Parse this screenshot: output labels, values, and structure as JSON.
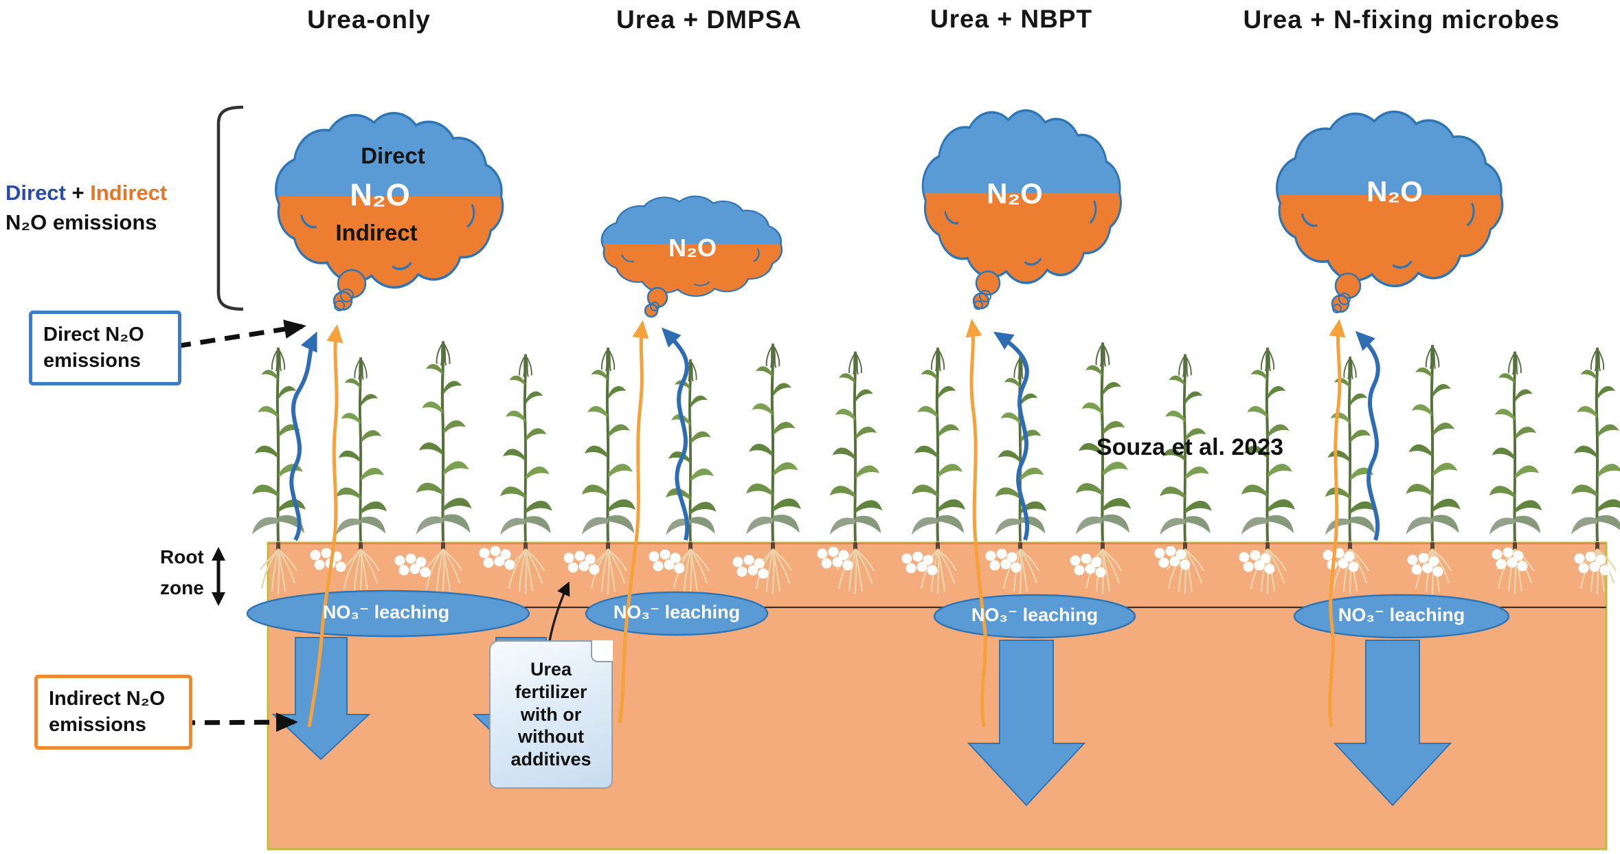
{
  "columns": [
    {
      "title": "Urea-only",
      "cloud": {
        "top": "Direct",
        "gas": "N₂O",
        "bottom": "Indirect",
        "size": "large"
      },
      "leaching": "NO₃⁻ leaching"
    },
    {
      "title": "Urea + DMPSA",
      "cloud": {
        "gas": "N₂O",
        "size": "small"
      },
      "leaching": "NO₃⁻ leaching"
    },
    {
      "title": "Urea + NBPT",
      "cloud": {
        "gas": "N₂O",
        "size": "large"
      },
      "leaching": "NO₃⁻ leaching"
    },
    {
      "title": "Urea + N-fixing microbes",
      "cloud": {
        "gas": "N₂O",
        "size": "large"
      },
      "leaching": "NO₃⁻ leaching"
    }
  ],
  "legend": {
    "direct": "Direct",
    "plus": " + ",
    "indirect": "Indirect",
    "subtitle": "N₂O emissions"
  },
  "direct_box": {
    "line1": "Direct N₂O",
    "line2": "emissions"
  },
  "indirect_box": {
    "line1": "Indirect N₂O",
    "line2": "emissions"
  },
  "root_zone": {
    "line1": "Root",
    "line2": "zone"
  },
  "fertilizer_note": {
    "lines": [
      "Urea",
      "fertilizer",
      "with or",
      "without",
      "additives"
    ]
  },
  "citation": "Souza et al. 2023",
  "colors": {
    "cloud_blue": "#5B9BD5",
    "cloud_orange": "#ED7D31",
    "cloud_outline": "#2E75B6",
    "soil": "#F4AC7D",
    "soil_border": "#BEBE3C",
    "leach_ellipse_blue": "#5B9BD5",
    "wavy_blue": "#2E6DB4",
    "wavy_orange": "#F5A13C",
    "legend_direct_blue": "#2B4BA8",
    "legend_indirect_orange": "#E8742A",
    "direct_box_border": "#3E7BC7",
    "indirect_box_border": "#ED8B33"
  }
}
